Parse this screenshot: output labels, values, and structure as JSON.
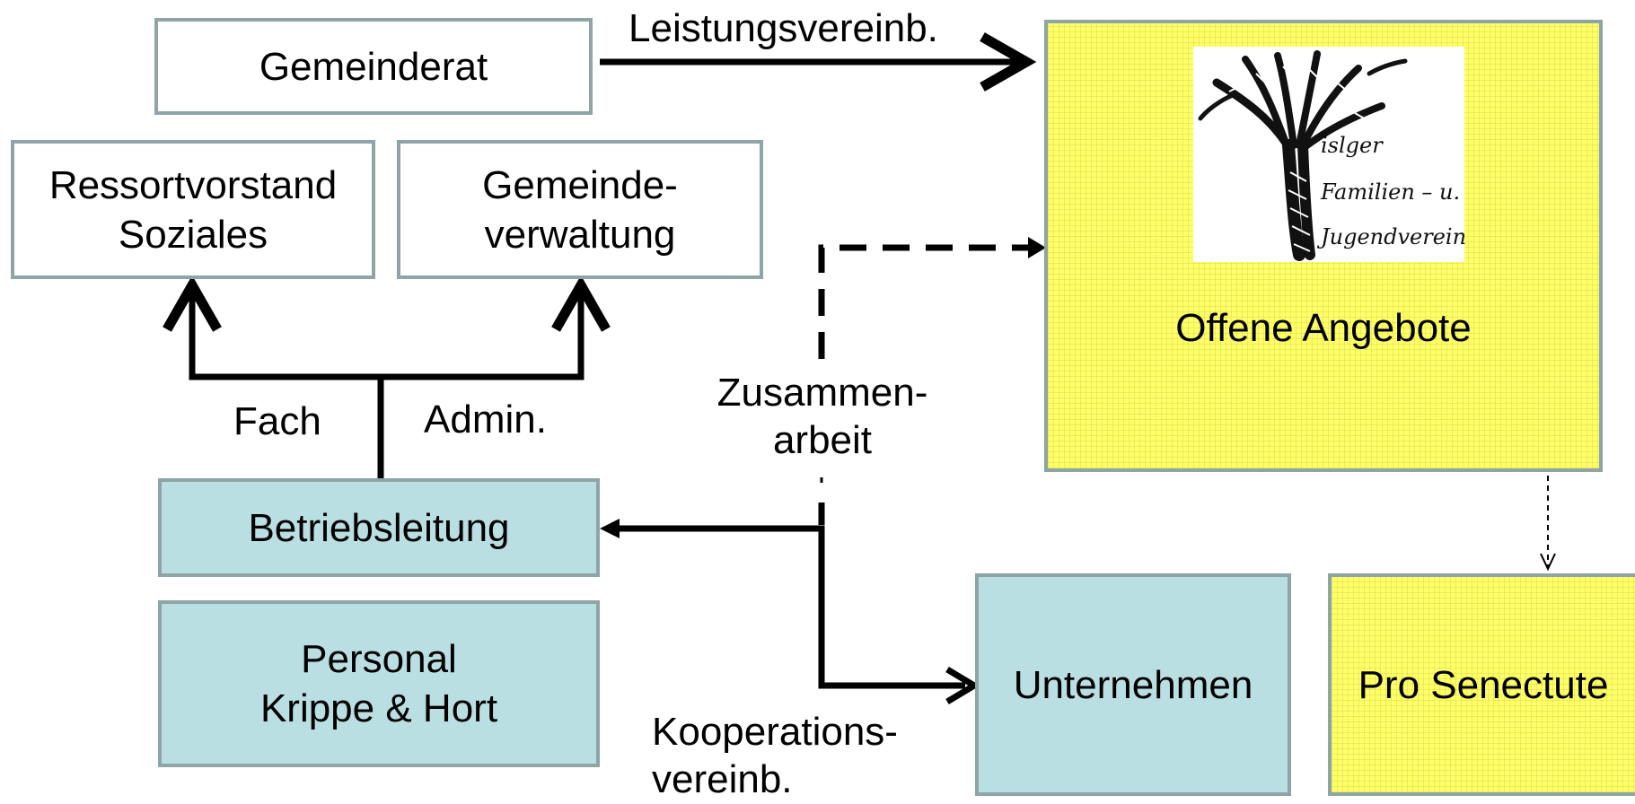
{
  "nodes": {
    "gemeinderat": "Gemeinderat",
    "ressortvorstand": [
      "Ressortvorstand",
      "Soziales"
    ],
    "gemeindeverwaltung": [
      "Gemeinde-",
      "verwaltung"
    ],
    "betriebsleitung": "Betriebsleitung",
    "personal": [
      "Personal",
      "Krippe & Hort"
    ],
    "offene_angebote": "Offene Angebote",
    "unternehmen": "Unternehmen",
    "pro_senectute": "Pro Senectute"
  },
  "edges": {
    "leistungsvereinb": "Leistungsvereinb.",
    "fach": "Fach",
    "admin": "Admin.",
    "zusammenarbeit": [
      "Zusammen-",
      "arbeit"
    ],
    "kooperationsvereinb": [
      "Kooperations-",
      "vereinb."
    ]
  },
  "logo": {
    "lines": [
      "islger",
      "Familien – u.",
      "Jugendverein"
    ]
  },
  "colors": {
    "teal_fill": "#b9dfe3",
    "yellow_fill": "#ffff66",
    "box_border": "#8fa4a6"
  }
}
